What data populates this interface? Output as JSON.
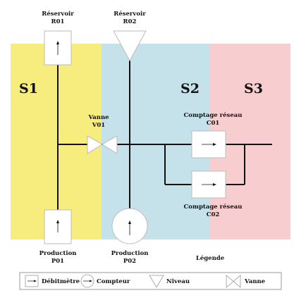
{
  "zones": [
    {
      "label": "S1",
      "color": "#f7ec7e"
    },
    {
      "label": "S2",
      "color": "#c5e2ea"
    },
    {
      "label": "S3",
      "color": "#f7cdd0"
    }
  ],
  "components": {
    "reservoir_r01": {
      "line1": "Réservoir",
      "line2": "R01"
    },
    "reservoir_r02": {
      "line1": "Réservoir",
      "line2": "R02"
    },
    "vanne_v01": {
      "line1": "Vanne",
      "line2": "V01"
    },
    "comptage_c01": {
      "line1": "Comptage réseau",
      "line2": "C01"
    },
    "comptage_c02": {
      "line1": "Comptage réseau",
      "line2": "C02"
    },
    "production_p01": {
      "line1": "Production",
      "line2": "P01"
    },
    "production_p02": {
      "line1": "Production",
      "line2": "P02"
    }
  },
  "legend": {
    "title": "Légende",
    "items": [
      {
        "label": "Débitmètre",
        "icon": "flowmeter-icon"
      },
      {
        "label": "Compteur",
        "icon": "meter-icon"
      },
      {
        "label": "Niveau",
        "icon": "level-icon"
      },
      {
        "label": "Vanne",
        "icon": "valve-icon"
      }
    ]
  },
  "colors": {
    "line": "#111111",
    "box_fill": "#ffffff",
    "box_stroke": "#bbbbbb"
  }
}
